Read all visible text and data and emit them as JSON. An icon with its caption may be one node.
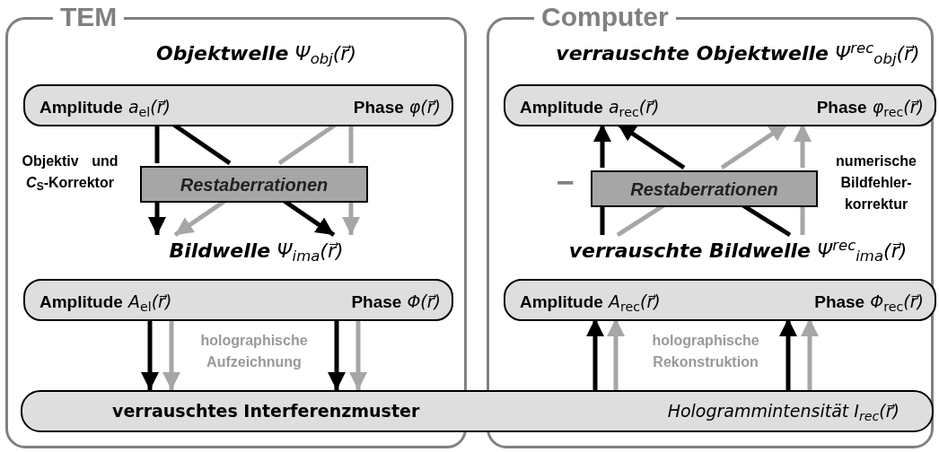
{
  "diagram": {
    "nodes": [
      {
        "text": [
          "TEM"
        ]
      },
      {
        "text": [
          "**Objektwelle** Ψ$_{obj}$(r⃗)",
          "**Amplitude** *a*$_{el}$*(r⃗)*",
          "**Phase** *φ(r⃗)*"
        ],
        "in": 0
      },
      {
        "text": [
          "Restaberrationen"
        ],
        "in": 0
      },
      {
        "text": [
          "**Bildwelle** Ψ$_{ima}$(r⃗)",
          "**Amplitude** *A*$_{el}$*(r⃗)*",
          "**Phase** *Φ(r⃗)*"
        ],
        "in": 0
      },
      {
        "text": [
          "Computer"
        ]
      },
      {
        "text": [
          "**verrauschte Objektwelle** Ψ$^{rec}$$_{obj}$(r⃗)",
          "**Amplitude** *a*$_{rec}$*(r⃗)*",
          "**Phase** *φ*$_{rec}$*(r⃗)*"
        ],
        "in": 4
      },
      {
        "text": [
          "Restaberrationen"
        ],
        "in": 4
      },
      {
        "text": [
          "**verrauschte Bildwelle** Ψ$^{rec}$$_{ima}$(r⃗)",
          "**Amplitude** *A*$_{rec}$*(r⃗)*",
          "**Phase** *Φ*$_{rec}$*(r⃗)*"
        ],
        "in": 4
      },
      {
        "text": [
          "verrauschtes Interferenzmuster",
          "Hologrammintensität *I*$_{rec}$*(r⃗)*"
        ]
      }
    ],
    "edges": [
      {
        "from": 1,
        "to": 2,
        "arrow": "none"
      },
      {
        "from": 1,
        "to": 2,
        "arrow": "none"
      },
      {
        "from": 1,
        "to": 2,
        "arrow": "none",
        "color": "#a6a6a6"
      },
      {
        "from": 1,
        "to": 2,
        "arrow": "none",
        "color": "#a6a6a6"
      },
      {
        "from": 2,
        "to": 3,
        "arrow": "to"
      },
      {
        "from": 2,
        "to": 3,
        "arrow": "to"
      },
      {
        "from": 2,
        "to": 3,
        "arrow": "to",
        "color": "#a6a6a6"
      },
      {
        "from": 2,
        "to": 3,
        "arrow": "to",
        "color": "#a6a6a6"
      },
      {
        "from": 3,
        "to": 8,
        "arrow": "to"
      },
      {
        "from": 3,
        "to": 8,
        "arrow": "to",
        "color": "#a6a6a6"
      },
      {
        "from": 3,
        "to": 8,
        "arrow": "to"
      },
      {
        "from": 3,
        "to": 8,
        "arrow": "to",
        "color": "#a6a6a6"
      },
      {
        "from": 8,
        "to": 7,
        "arrow": "to"
      },
      {
        "from": 8,
        "to": 7,
        "arrow": "to",
        "color": "#a6a6a6"
      },
      {
        "from": 8,
        "to": 7,
        "arrow": "to"
      },
      {
        "from": 8,
        "to": 7,
        "arrow": "to",
        "color": "#a6a6a6"
      },
      {
        "from": 7,
        "to": 6,
        "arrow": "none"
      },
      {
        "from": 7,
        "to": 6,
        "arrow": "none"
      },
      {
        "from": 7,
        "to": 6,
        "arrow": "none",
        "color": "#a6a6a6"
      },
      {
        "from": 7,
        "to": 6,
        "arrow": "none",
        "color": "#a6a6a6"
      },
      {
        "from": 6,
        "to": 5,
        "arrow": "to"
      },
      {
        "from": 6,
        "to": 5,
        "arrow": "to"
      },
      {
        "from": 6,
        "to": 5,
        "arrow": "to",
        "color": "#a6a6a6"
      },
      {
        "from": 6,
        "to": 5,
        "arrow": "to",
        "color": "#a6a6a6"
      }
    ],
    "labels": [
      "Objektiv und *C*$_{S}$-Korrektor",
      "holographische Aufzeichnung",
      "−",
      "numerische Bildfehler-korrektur",
      "holographische Rekonstruktion"
    ]
  }
}
